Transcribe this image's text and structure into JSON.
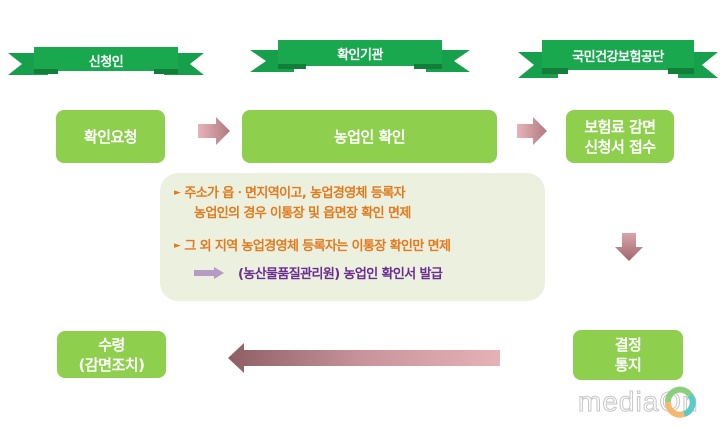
{
  "headers": [
    {
      "label": "신청인"
    },
    {
      "label": "확인기관"
    },
    {
      "label": "국민건강보험공단"
    }
  ],
  "boxes": {
    "request": "확인요청",
    "confirm": "농업인 확인",
    "receipt": "보험료 감면\n신청서 접수",
    "decision": "결정\n통지",
    "receive": "수령\n(감면조치)"
  },
  "note": {
    "line1": "주소가 읍ㆍ면지역이고, 농업경영체 등록자",
    "line2": "농업인의 경우 이통장 및 읍면장 확인 면제",
    "line3": "그 외 지역 농업경영체 등록자는 이통장 확인만 면제",
    "line4": "(농산물품질관리원) 농업인 확인서 발급",
    "bullet_icon": "►"
  },
  "watermark": "mediaOn",
  "colors": {
    "ribbon_green": "#1aa84f",
    "box_green": "#8ecf4e",
    "note_bg": "#ecf0df",
    "orange_text": "#e27a1e",
    "purple_text": "#6a2d91",
    "arrow_pink": "#d9a0a8"
  }
}
